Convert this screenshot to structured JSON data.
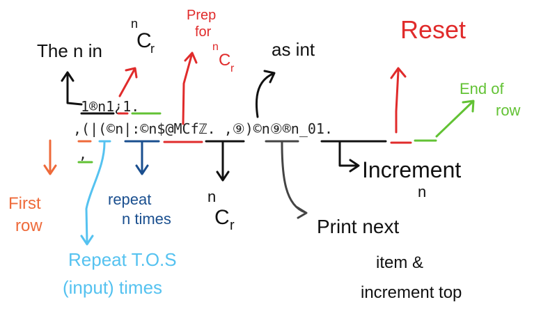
{
  "code": {
    "line1": "1®n1¿1.",
    "line2": ",(|(©n|:©n$@MCfℤ. ,⑨)©n⑨®n_01.",
    "line3": ","
  },
  "annotations": {
    "n_in_ncr": {
      "prefix": "The n in",
      "sup": "n",
      "sub": "r",
      "base": "C"
    },
    "prep_for_ncr": {
      "line1": "Prep",
      "line2": "for",
      "sup": "n",
      "base": "C",
      "sub": "r"
    },
    "as_int": "as int",
    "reset": "Reset",
    "end_of_row": {
      "line1": "End of",
      "line2": "row"
    },
    "first_row": {
      "line1": "First",
      "line2": "row"
    },
    "repeat_n_times": {
      "line1": "repeat",
      "line2": "n times"
    },
    "ncr_label": {
      "sup": "n",
      "base": "C",
      "sub": "r"
    },
    "print_next": {
      "line1": "Print next",
      "line2": "item &",
      "line3": "increment top"
    },
    "increment_n": {
      "line1": "Increment",
      "line2": "n"
    },
    "repeat_tos": {
      "line1": "Repeat T.O.S",
      "line2": "(input) times"
    }
  },
  "colors": {
    "black": "#111111",
    "red": "#e02b2b",
    "orange": "#ee6a3a",
    "green": "#62c234",
    "light_blue": "#55c2f0",
    "dark_blue": "#1a4f8f",
    "gray": "#444444"
  }
}
